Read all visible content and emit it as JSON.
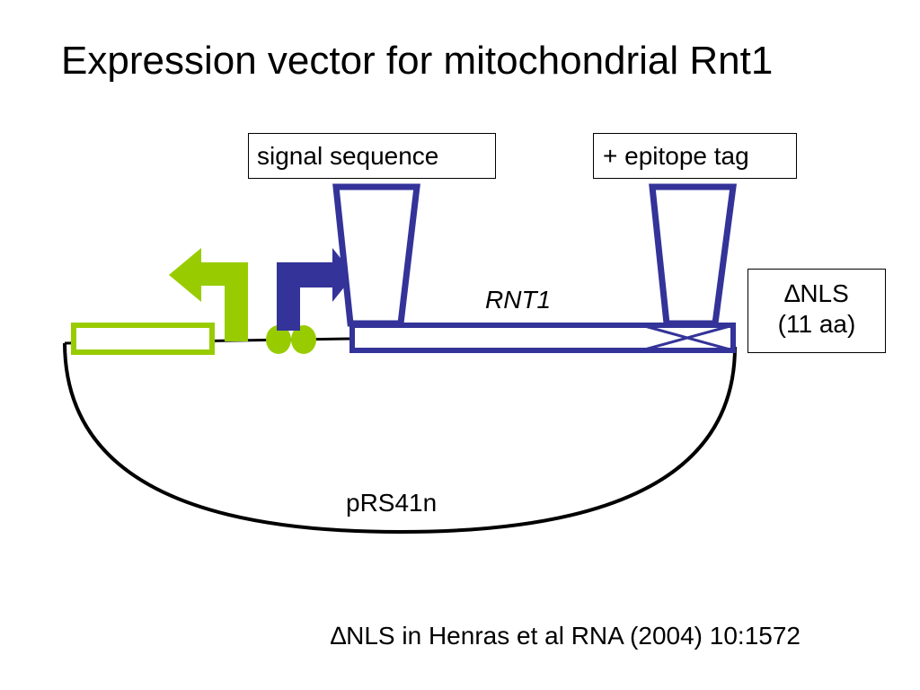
{
  "title": "Expression vector for mitochondrial Rnt1",
  "labels": {
    "signal_sequence": "signal sequence",
    "epitope_tag": "+ epitope tag",
    "gene": "RNT1",
    "delta_nls_line1": "∆NLS",
    "delta_nls_line2": "(11 aa)",
    "plasmid": "pRS41n"
  },
  "citation": "∆NLS in Henras et al RNA (2004) 10:1572",
  "colors": {
    "gene_blue": "#333399",
    "marker_green": "#99cc00",
    "backbone": "#000000"
  }
}
